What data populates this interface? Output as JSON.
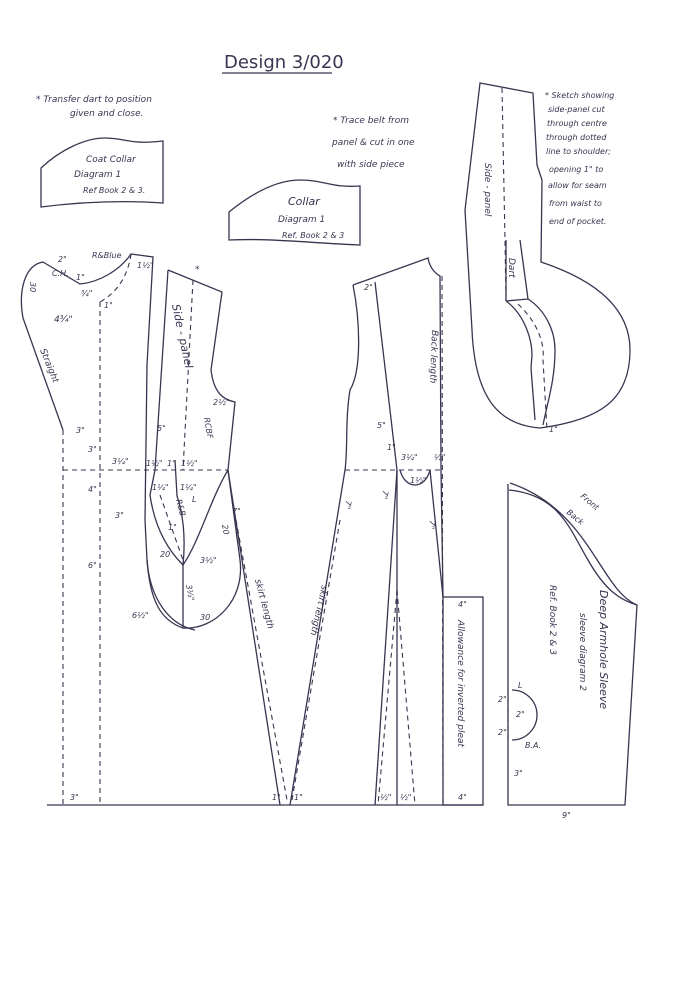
{
  "title": "Design 3/020",
  "notes": {
    "transfer": [
      "* Transfer dart to position",
      "given and close."
    ],
    "trace": [
      "* Trace belt from",
      "panel & cut in one",
      "with side piece"
    ],
    "sketch": [
      "* Sketch showing",
      "side-panel cut",
      "through centre",
      "through dotted",
      "line to shoulder;",
      "opening 1\" to",
      "allow for seam",
      "from waist to",
      "end of pocket."
    ]
  },
  "coat_collar": [
    "Coat Collar",
    "Diagram 1",
    "Ref Book 2 & 3."
  ],
  "collar": [
    "Collar",
    "Diagram 1",
    "Ref. Book 2 & 3"
  ],
  "front": [
    "2\"",
    "R&Blue",
    "1½\"",
    "C.H.",
    "30",
    "1\"",
    "¾\"",
    "1\"",
    "4¾\"",
    "Straight",
    "3\"",
    "3\"",
    "3¼\"",
    "4\"",
    "3\"",
    "6\"",
    "6½\"",
    "3\""
  ],
  "side_panel": [
    "Side - panel",
    "2½\"",
    "RCBF",
    "5\"",
    "1½\"",
    "1\"",
    "1½\"",
    "1¼\"",
    "1¼\"",
    "L",
    "R&B",
    "1\"",
    "20",
    "3½\"",
    "3½\"",
    "30",
    "7\"",
    "20",
    "*"
  ],
  "skirt": [
    "skirt length",
    "skirt length",
    "1\"",
    "1\"",
    "7\"",
    "7\"",
    "7\"",
    "5\"",
    "2\"",
    "1\"",
    "3¼\"",
    "½\"",
    "Back length",
    "1½\"",
    "½\"",
    "½\"",
    "4\"",
    "4\"",
    "Allowance for inverted pleat"
  ],
  "sleeve": [
    "Front",
    "Back",
    "Deep Armhole Sleeve",
    "sleeve diagram 2",
    "Ref. Book 2 & 3",
    "L",
    "2\"",
    "2\"",
    "2\"",
    "B.A.",
    "3\"",
    "9\""
  ],
  "sketch_labels": [
    "Side - panel",
    "Dart",
    "1\""
  ],
  "colors": {
    "ink": "#3a3450",
    "paper": "#ffffff"
  }
}
